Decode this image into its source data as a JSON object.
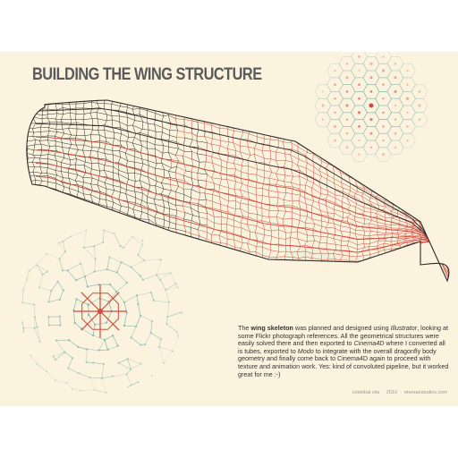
{
  "title": "BUILDING THE WING STRUCTURE",
  "description": {
    "p1": "The ",
    "bold": "wing skeleton",
    "p2": " was planned and designed using ",
    "ital1": "Illustrator",
    "p3": ", looking at some  Flickr photograph references. All the geometrical structures were easily solved there and then exported to ",
    "ital2": "Cinema4D",
    "p4": " where I converted all is tubes, exported to ",
    "ital3": "Modo",
    "p5": " to integrate with the overall dragonfly body geometry and finally come back to Cinema4D again to proceed with texture and animation work. Yes: kind of convoluted pipeline, but it worked great for me :-)"
  },
  "credits": {
    "author": "cristóbal vila",
    "year": "2010",
    "site": "etereaestudios.com"
  },
  "colors": {
    "background": "#fbf3de",
    "black_veins": "#2a2a2a",
    "red_veins": "#d14a3c",
    "teal_veins": "#7fb3ad",
    "title": "#5a5a5a"
  }
}
